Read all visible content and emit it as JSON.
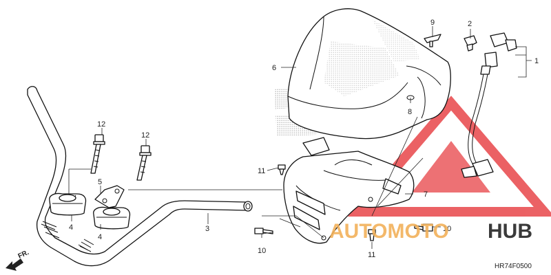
{
  "diagram": {
    "callouts": [
      {
        "id": "c1",
        "label": "1"
      },
      {
        "id": "c2",
        "label": "2"
      },
      {
        "id": "c3",
        "label": "3"
      },
      {
        "id": "c4a",
        "label": "4"
      },
      {
        "id": "c4b",
        "label": "4"
      },
      {
        "id": "c5",
        "label": "5"
      },
      {
        "id": "c6",
        "label": "6"
      },
      {
        "id": "c7",
        "label": "7"
      },
      {
        "id": "c8",
        "label": "8"
      },
      {
        "id": "c9",
        "label": "9"
      },
      {
        "id": "c10a",
        "label": "10"
      },
      {
        "id": "c10b",
        "label": "10"
      },
      {
        "id": "c11a",
        "label": "11"
      },
      {
        "id": "c11b",
        "label": "11"
      },
      {
        "id": "c12a",
        "label": "12"
      },
      {
        "id": "c12b",
        "label": "12"
      }
    ],
    "direction_label": "FR.",
    "figure_code": "HR74F0500"
  },
  "watermark": {
    "brand_part1": "AUTOMOTO",
    "brand_part2": "HUB",
    "color_red": "#e8464a",
    "color_orange": "#f2b15a",
    "color_dark": "#3a3a3a"
  }
}
